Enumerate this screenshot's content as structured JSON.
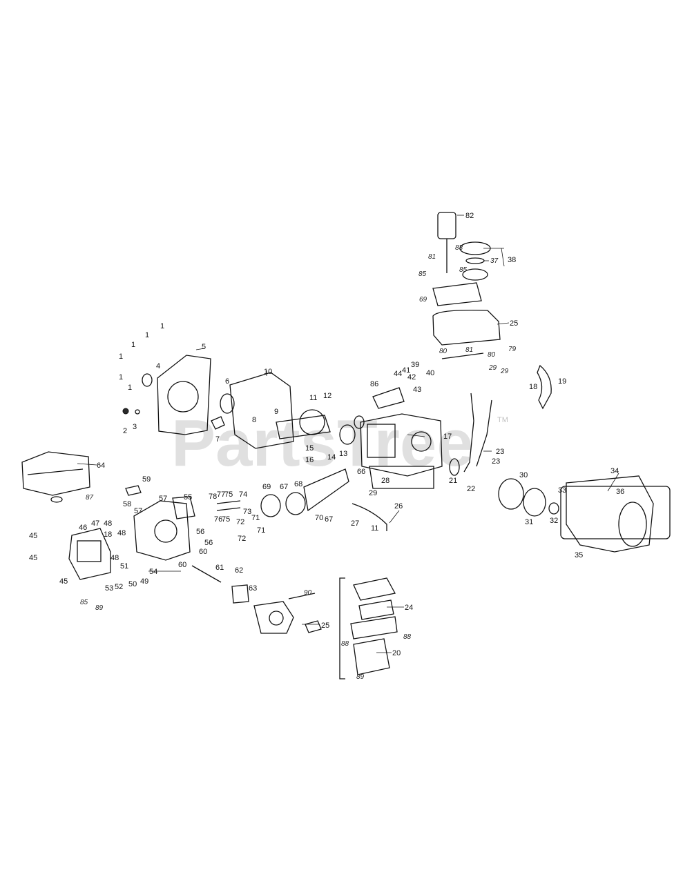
{
  "watermark": {
    "text": "PartsTree",
    "tm": "TM"
  },
  "labels": {
    "p1": "1",
    "p2": "2",
    "p3": "3",
    "p4": "4",
    "p5": "5",
    "p6": "6",
    "p7": "7",
    "p8": "8",
    "p9": "9",
    "p10": "10",
    "p11": "11",
    "p12": "12",
    "p13": "13",
    "p14": "14",
    "p15": "15",
    "p16": "16",
    "p17": "17",
    "p18": "18",
    "p19": "19",
    "p20": "20",
    "p21": "21",
    "p22": "22",
    "p23": "23",
    "p24": "24",
    "p25": "25",
    "p26": "26",
    "p27": "27",
    "p28": "28",
    "p29": "29",
    "p30": "30",
    "p31": "31",
    "p32": "32",
    "p33": "33",
    "p34": "34",
    "p35": "35",
    "p36": "36",
    "p37": "37",
    "p38": "38",
    "p39": "39",
    "p40": "40",
    "p41": "41",
    "p42": "42",
    "p43": "43",
    "p44": "44",
    "p45": "45",
    "p46": "46",
    "p47": "47",
    "p48": "48",
    "p49": "49",
    "p50": "50",
    "p51": "51",
    "p52": "52",
    "p53": "53",
    "p54": "54",
    "p55": "55",
    "p56": "56",
    "p57": "57",
    "p58": "58",
    "p59": "59",
    "p60": "60",
    "p61": "61",
    "p62": "62",
    "p63": "63",
    "p64": "64",
    "p66": "66",
    "p67": "67",
    "p68": "68",
    "p69": "69",
    "p70": "70",
    "p71": "71",
    "p72": "72",
    "p73": "73",
    "p74": "74",
    "p75": "75",
    "p76": "76",
    "p77": "77",
    "p78": "78",
    "p79": "79",
    "p80": "80",
    "p81": "81",
    "p82": "82",
    "p83": "83",
    "p85": "85",
    "p86": "86",
    "p87": "87",
    "p88": "88",
    "p89": "89",
    "p90": "90"
  }
}
